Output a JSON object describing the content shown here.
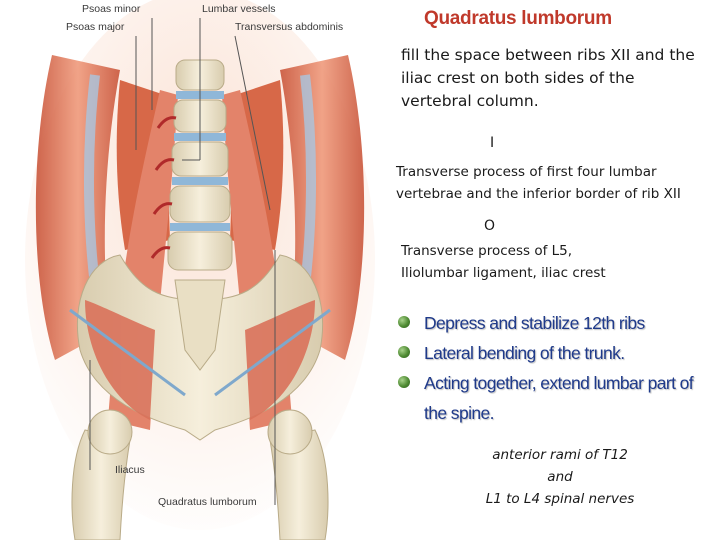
{
  "title": "Quadratus lumborum",
  "figure": {
    "labels": {
      "psoas_minor": "Psoas minor",
      "lumbar_vessels": "Lumbar vessels",
      "psoas_major": "Psoas major",
      "transversus_abdominis": "Transversus abdominis",
      "iliacus": "Iliacus",
      "quadratus_lumborum": "Quadratus lumborum"
    }
  },
  "description": "fill the space between ribs XII and the iliac crest on both sides of the vertebral column.",
  "insertion": {
    "tag": "I",
    "text": "Transverse process of first four lumbar vertebrae and the inferior border of rib XII"
  },
  "origin": {
    "tag": "O",
    "line1": "Transverse process of L5,",
    "line2": "Iliolumbar ligament, iliac crest"
  },
  "actions": [
    "Depress and stabilize 12th  ribs",
    "Lateral bending of the trunk.",
    "Acting together, extend lumbar part of the spine."
  ],
  "nerve": {
    "line1": "anterior rami of T12",
    "line2": "and",
    "line3": "L1 to L4 spinal nerves"
  },
  "colors": {
    "title": "#c0392b",
    "actions_text": "#1f3a8a",
    "bullet": "#4f8b33",
    "muscle": "#e07a5f",
    "bone": "#efe6cf"
  }
}
